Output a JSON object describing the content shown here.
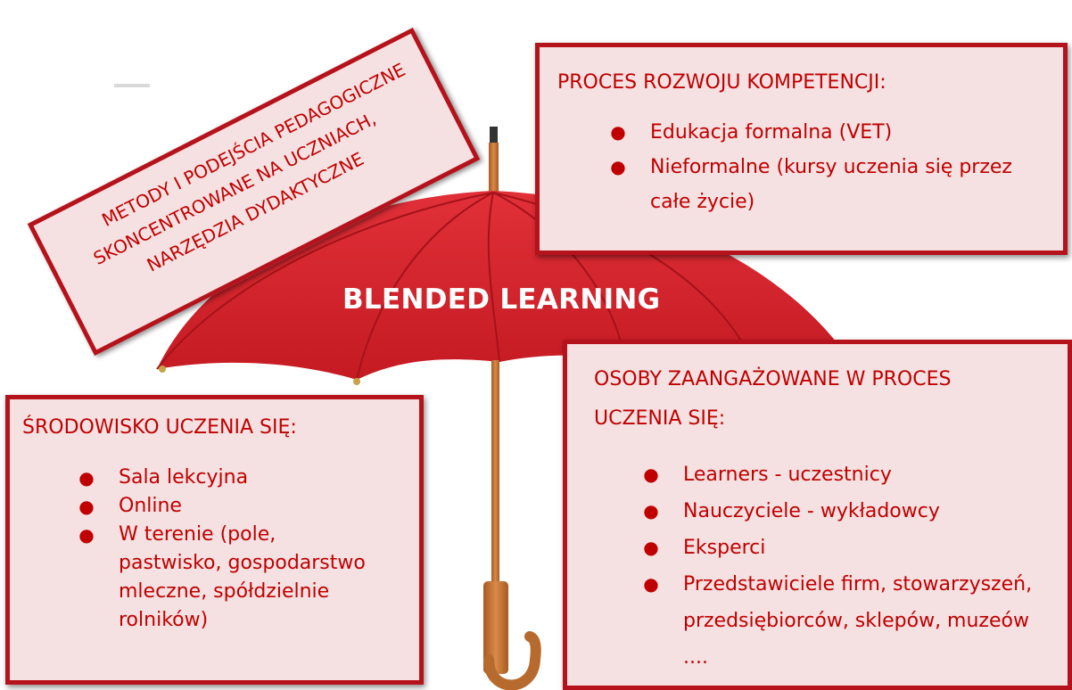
{
  "diagram": {
    "center_title": "BLENDED LEARNING",
    "methods_box": {
      "lines": [
        "METODY I PODEJŚCIA PEDAGOGICZNE",
        "SKONCENTROWANE NA UCZNIACH,",
        "NARZĘDZIA DYDAKTYCZNE"
      ]
    },
    "competence_box": {
      "heading": "PROCES ROZWOJU KOMPETENCJI:",
      "items": [
        "Edukacja formalna (VET)",
        "Nieformalne (kursy uczenia się przez",
        "całe życie)"
      ]
    },
    "environment_box": {
      "heading": "ŚRODOWISKO UCZENIA SIĘ:",
      "items": [
        "Sala lekcyjna",
        "Online",
        "W terenie (pole,",
        "pastwisko, gospodarstwo",
        "mleczne, spółdzielnie",
        "rolników)"
      ]
    },
    "people_box": {
      "heading_line_1": "OSOBY ZAANGAŻOWANE W PROCES",
      "heading_line_2": "UCZENIA SIĘ:",
      "items": [
        "Learners - uczestnicy",
        "Nauczyciele - wykładowcy",
        "Eksperci",
        "Przedstawiciele firm, stowarzyszeń,",
        "przedsiębiorców, sklepów, muzeów",
        "...."
      ]
    },
    "colors": {
      "umbrella_red": "#d8232b",
      "box_border": "#b5121b",
      "box_fill": "#f5e1e2",
      "text_red": "#c00000",
      "handle_wood": "#c8793c"
    }
  }
}
